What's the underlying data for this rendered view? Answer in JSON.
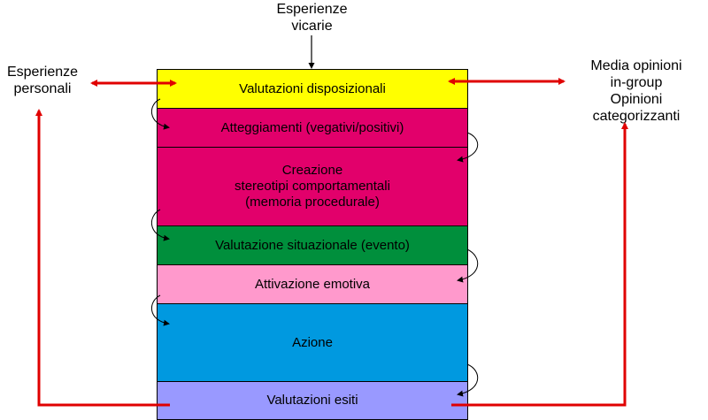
{
  "labels": {
    "vicarie": [
      "Esperienze",
      "vicarie"
    ],
    "personali": [
      "Esperienze",
      "personali"
    ],
    "media": [
      "Media opinioni",
      "in-group",
      "Opinioni categorizzanti"
    ]
  },
  "bands": [
    {
      "id": "disposizionali",
      "lines": [
        "Valutazioni disposizionali"
      ],
      "color": "#ffff00"
    },
    {
      "id": "atteggiamenti",
      "lines": [
        "Atteggiamenti (vegativi/positivi)"
      ],
      "color": "#e2006b"
    },
    {
      "id": "stereotipi",
      "lines": [
        "Creazione",
        "stereotipi comportamentali",
        "(memoria procedurale)"
      ],
      "color": "#e2006b"
    },
    {
      "id": "situazionale",
      "lines": [
        "Valutazione situazionale (evento)"
      ],
      "color": "#008f3c"
    },
    {
      "id": "emotiva",
      "lines": [
        "Attivazione emotiva"
      ],
      "color": "#ff99cc"
    },
    {
      "id": "azione",
      "lines": [
        "Azione"
      ],
      "color": "#0099e0"
    },
    {
      "id": "esiti",
      "lines": [
        "Valutazioni esiti"
      ],
      "color": "#9999ff"
    }
  ],
  "colors": {
    "arrow": "#e00000",
    "connector": "#000000"
  }
}
